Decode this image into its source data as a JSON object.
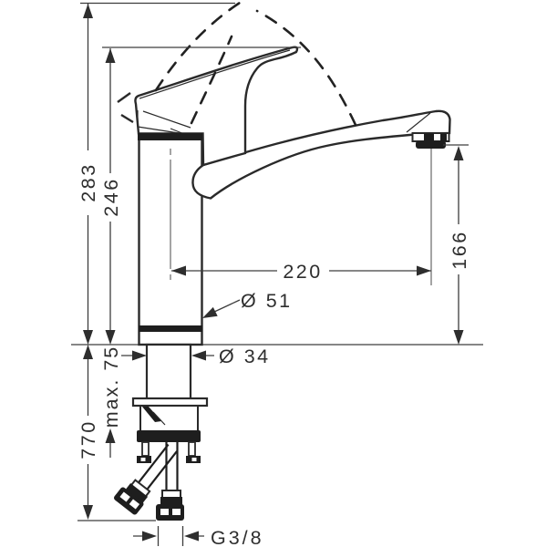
{
  "drawing": {
    "kind": "faucet installation dimension drawing",
    "background_color": "#ffffff",
    "line_color": "#2a2a2a",
    "dimension_text_color": "#2e2e2e",
    "dimensions": {
      "overall_height": "283",
      "handle_height": "246",
      "outlet_height": "166",
      "spout_reach": "220",
      "body_diameter": "Ø 51",
      "shank_diameter": "Ø 34",
      "max_deck_thickness": "max. 75",
      "hose_length": "770",
      "thread": "G3/8"
    }
  }
}
